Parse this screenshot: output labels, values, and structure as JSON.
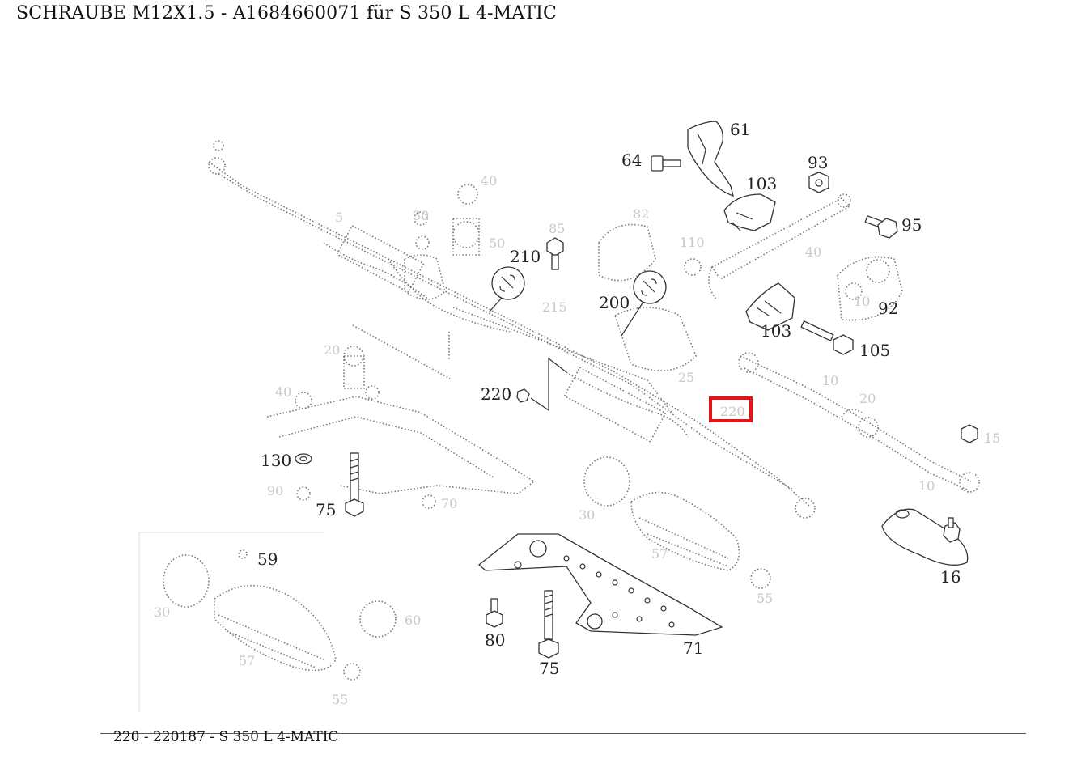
{
  "title": "SCHRAUBE M12X1.5 - A1684660071 für S 350 L 4-MATIC",
  "footer": "220 - 220187 - S 350 L 4-MATIC",
  "highlight_color": "#e3121b",
  "labels": {
    "p61": "61",
    "p64": "64",
    "p93": "93",
    "p103a": "103",
    "p95": "95",
    "p210": "210",
    "p200": "200",
    "p92": "92",
    "p103b": "103",
    "p105": "105",
    "p220": "220",
    "p130": "130",
    "p75a": "75",
    "p59": "59",
    "p80": "80",
    "p75b": "75",
    "p71": "71",
    "p16": "16"
  }
}
